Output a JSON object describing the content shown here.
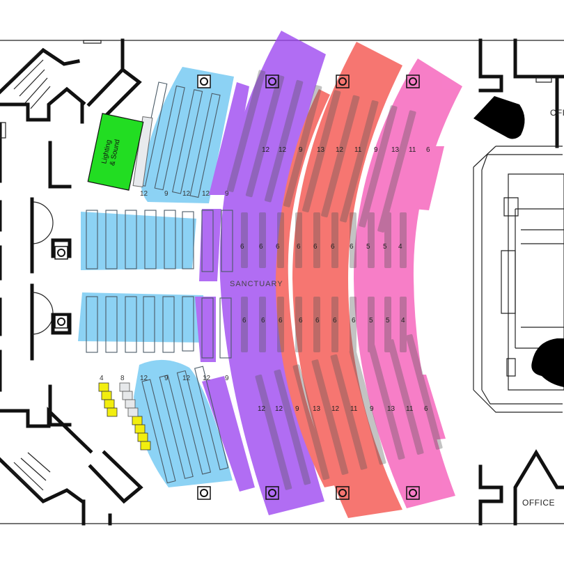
{
  "map": {
    "room_labels": {
      "sanctuary": "SANCTUARY",
      "office_bottom": "OFFICE",
      "office_top": "OFI"
    },
    "booth": {
      "line1": "Lighting",
      "line2": "& Sound"
    },
    "section_colors": {
      "blue": "#6cc6f2",
      "purple": "#9c45f0",
      "red": "#f4504a",
      "pink": "#f55ab8",
      "green": "#22dd22",
      "yellow": "#f2ee0f"
    },
    "labels": {
      "left_top_row": [
        "12",
        "9",
        "12",
        "12",
        "9"
      ],
      "left_bottom_row": [
        "12",
        "9",
        "12",
        "12",
        "9"
      ],
      "bottom_small": [
        "4",
        "8"
      ],
      "right_top_row": [
        "12",
        "12",
        "9",
        "13",
        "12",
        "11",
        "9",
        "13",
        "11",
        "6"
      ],
      "right_bottom_row": [
        "12",
        "12",
        "9",
        "13",
        "12",
        "11",
        "9",
        "13",
        "11",
        "6"
      ],
      "middle_upper_row": [
        "6",
        "6",
        "6",
        "6",
        "6",
        "6",
        "6",
        "5",
        "5",
        "4"
      ],
      "middle_lower_row": [
        "6",
        "6",
        "6",
        "6",
        "6",
        "6",
        "6",
        "5",
        "5",
        "4"
      ]
    },
    "icons": [
      "column-pillar-icon",
      "piano-icon"
    ]
  }
}
